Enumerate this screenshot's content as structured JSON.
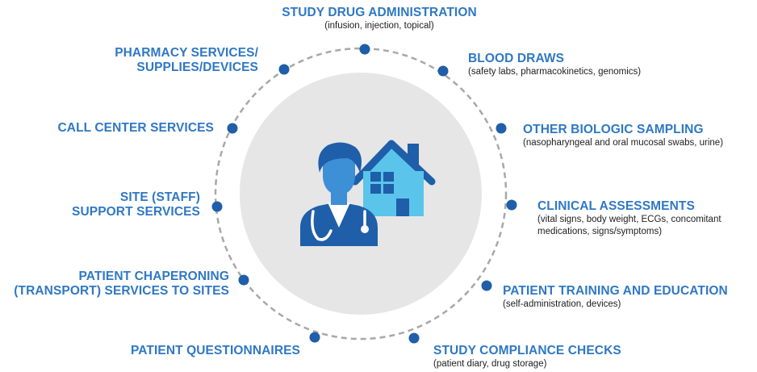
{
  "colors": {
    "accent": "#2f78c4",
    "dot": "#1f5ea8",
    "ring": "#a8a8a8",
    "circle_fill": "#e6e6e6",
    "doctor_dark": "#1f5ea8",
    "doctor_mid": "#3d8fd6",
    "house_light": "#5bc4ea",
    "house_dark": "#1f5ea8",
    "subtext": "#1d1d1d"
  },
  "center_icon": [
    "doctor-icon",
    "house-icon"
  ],
  "services": {
    "drug_admin": {
      "title": "STUDY DRUG ADMINISTRATION",
      "sub": "(infusion, injection, topical)"
    },
    "blood_draws": {
      "title": "BLOOD DRAWS",
      "sub": "(safety labs, pharmacokinetics, genomics)"
    },
    "bio_sampling": {
      "title": "OTHER BIOLOGIC SAMPLING",
      "sub": "(nasopharyngeal and oral mucosal swabs, urine)"
    },
    "clinical": {
      "title": "CLINICAL ASSESSMENTS",
      "sub1": "(vital signs, body weight, ECGs, concomitant",
      "sub2": "medications, signs/symptoms)"
    },
    "training": {
      "title": "PATIENT TRAINING AND EDUCATION",
      "sub": "(self-administration, devices)"
    },
    "compliance": {
      "title": "STUDY COMPLIANCE CHECKS",
      "sub": "(patient diary, drug storage)"
    },
    "questionnaires": {
      "title": "PATIENT QUESTIONNAIRES"
    },
    "chaperoning": {
      "line1": "PATIENT CHAPERONING",
      "line2": "(TRANSPORT) SERVICES TO SITES"
    },
    "site_support": {
      "line1": "SITE (STAFF)",
      "line2": "SUPPORT SERVICES"
    },
    "call_center": {
      "title": "CALL CENTER SERVICES"
    },
    "pharmacy": {
      "line1": "PHARMACY SERVICES/",
      "line2": "SUPPLIES/DEVICES"
    }
  }
}
